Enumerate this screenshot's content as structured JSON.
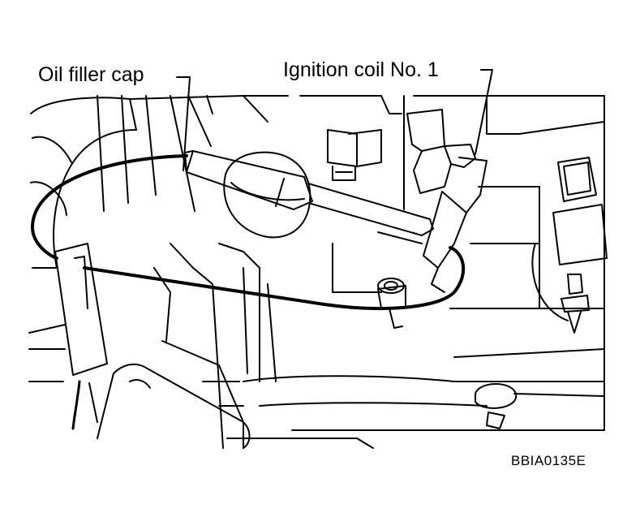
{
  "labels": {
    "oil_filler_cap": "Oil filler cap",
    "ignition_coil": "Ignition coil No. 1",
    "figure_id": "BBIA0135E"
  }
}
